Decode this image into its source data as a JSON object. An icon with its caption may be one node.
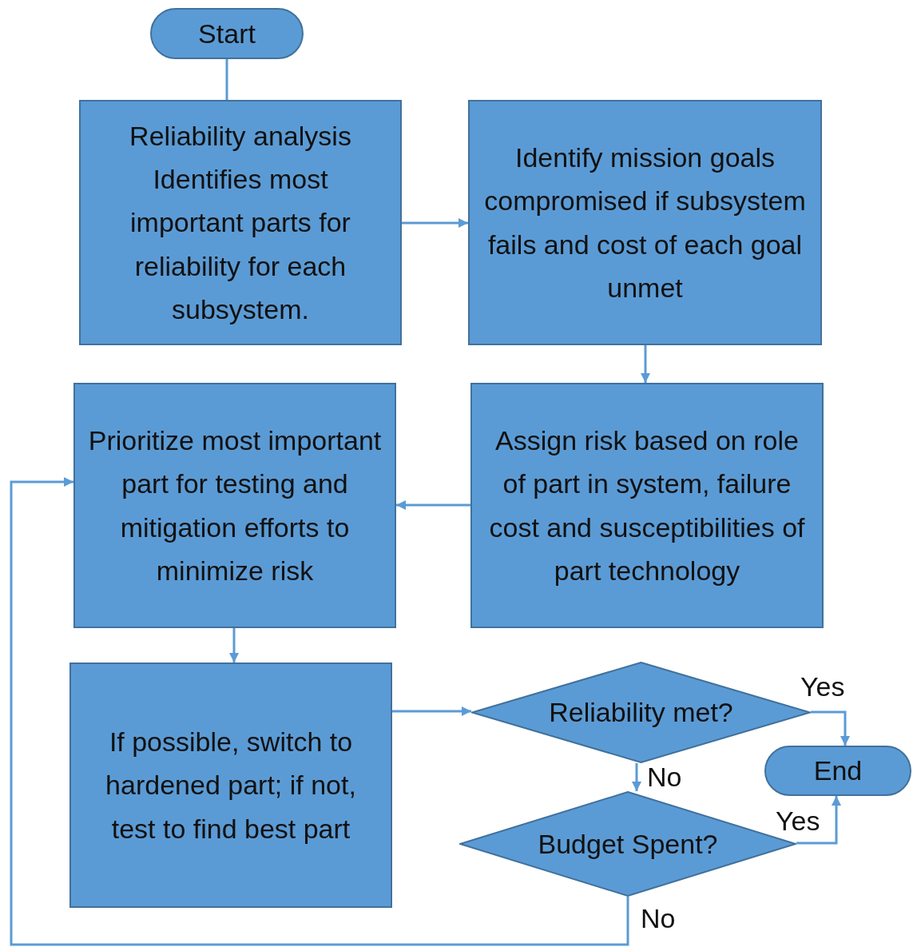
{
  "diagram": {
    "nodes": [
      {
        "text": [
          "Start"
        ]
      },
      {
        "text": [
          "Reliability analysis Identifies most important parts for reliability for each subsystem."
        ]
      },
      {
        "text": [
          "Identify mission goals compromised if subsystem fails and cost of each goal unmet"
        ]
      },
      {
        "text": [
          "Prioritize most important part for testing and mitigation efforts to minimize risk"
        ]
      },
      {
        "text": [
          "Assign risk based on role of part in system, failure cost and susceptibilities of part technology"
        ]
      },
      {
        "text": [
          "If possible, switch to hardened part; if not, test to find best part"
        ]
      },
      {
        "text": [
          "Reliability met?"
        ]
      },
      {
        "text": [
          "End"
        ]
      },
      {
        "text": [
          "Budget Spent?"
        ]
      }
    ],
    "edges": [
      {
        "from": 0,
        "to": 1,
        "arrow": "none"
      },
      {
        "from": 1,
        "to": 2,
        "arrow": "to"
      },
      {
        "from": 2,
        "to": 4,
        "arrow": "to"
      },
      {
        "from": 4,
        "to": 3,
        "arrow": "to"
      },
      {
        "from": 3,
        "to": 5,
        "arrow": "to"
      },
      {
        "from": 5,
        "to": 6,
        "arrow": "to"
      },
      {
        "from": 6,
        "to": 7,
        "arrow": "to",
        "label": "Yes"
      },
      {
        "from": 6,
        "to": 8,
        "arrow": "to",
        "label": "No"
      },
      {
        "from": 8,
        "to": 7,
        "arrow": "to",
        "label": "Yes"
      },
      {
        "from": 8,
        "to": 3,
        "arrow": "to",
        "label": "No"
      }
    ]
  }
}
